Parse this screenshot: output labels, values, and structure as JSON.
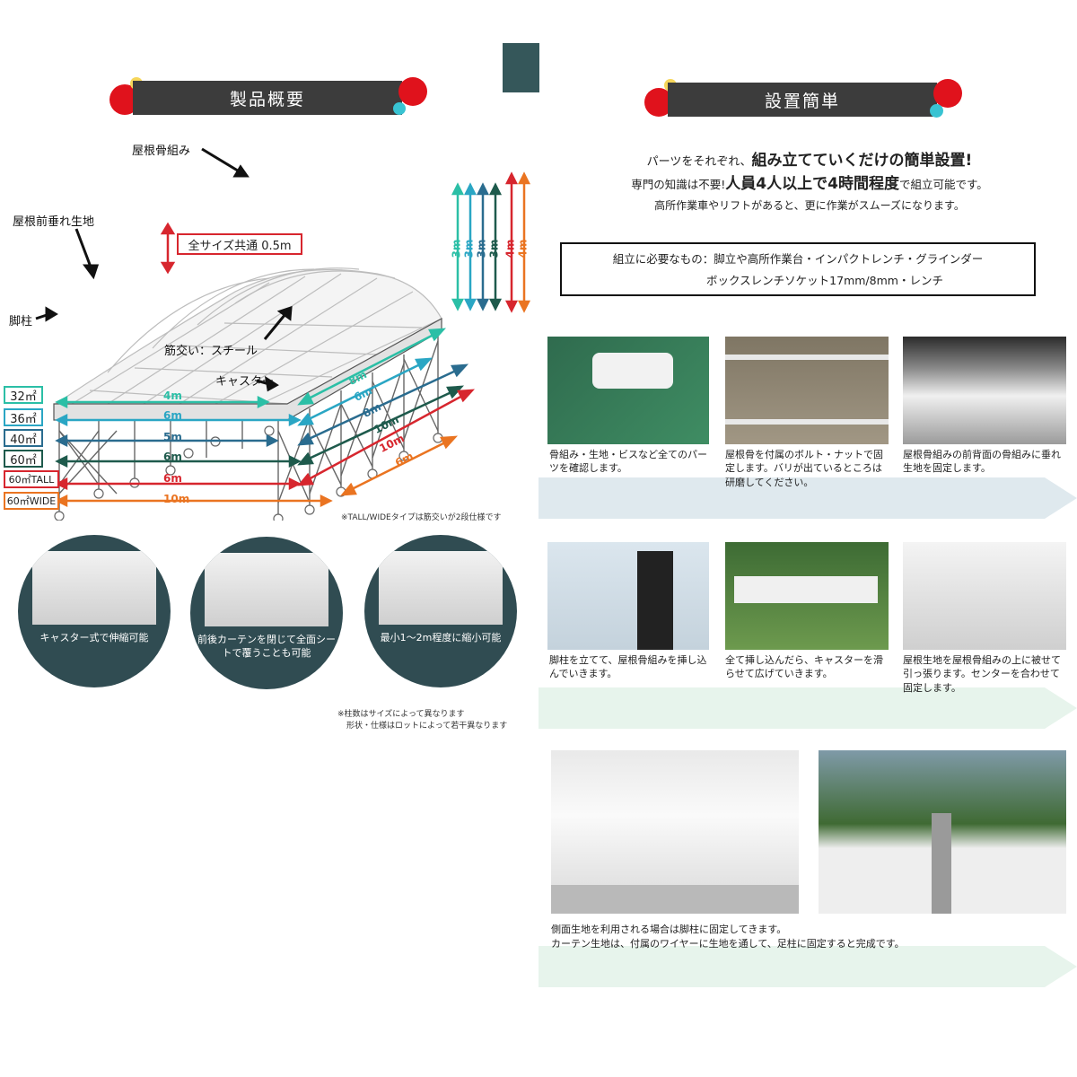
{
  "left": {
    "banner_title": "製品概要",
    "labels": {
      "roof_frame": "屋根骨組み",
      "roof_front_fabric": "屋根前垂れ生地",
      "common_size": "全サイズ共通 0.5m",
      "legs": "脚柱",
      "brace": "筋交い：スチール",
      "caster": "キャスター"
    },
    "heights": [
      "3m",
      "3m",
      "3m",
      "3m",
      "4m",
      "4m"
    ],
    "sizes": [
      {
        "label": "32㎡",
        "width": "4m",
        "depth": "8m",
        "color": "#2bbfa6"
      },
      {
        "label": "36㎡",
        "width": "6m",
        "depth": "6m",
        "color": "#2aa6c4"
      },
      {
        "label": "40㎡",
        "width": "5m",
        "depth": "8m",
        "color": "#2a6c8f"
      },
      {
        "label": "60㎡",
        "width": "6m",
        "depth": "10m",
        "color": "#1e5a4c"
      },
      {
        "label": "60㎡TALL",
        "width": "6m",
        "depth": "10m",
        "color": "#d7262e"
      },
      {
        "label": "60㎡WIDE",
        "width": "10m",
        "depth": "6m",
        "color": "#ea7421"
      }
    ],
    "tall_wide_note": "※TALL/WIDEタイプは筋交いが2段仕様です",
    "features": [
      "キャスター式で伸縮可能",
      "前後カーテンを閉じて全面シートで覆うことも可能",
      "最小1～2m程度に縮小可能"
    ],
    "notes": [
      "※柱数はサイズによって異なります",
      "形状・仕様はロットによって若干異なります"
    ]
  },
  "right": {
    "banner_title": "設置簡単",
    "intro": {
      "line1a": "パーツをそれぞれ、",
      "line1b": "組み立てていくだけの簡単設置!",
      "line2a": "専門の知識は不要!",
      "line2b": "人員4人以上で4時間程度",
      "line2c": "で組立可能です。",
      "line3": "高所作業車やリフトがあると、更に作業がスムーズになります。"
    },
    "tools": {
      "line1": "組立に必要なもの：脚立や高所作業台・インパクトレンチ・グラインダー",
      "line2": "ボックスレンチソケット17mm/8mm・レンチ"
    },
    "steps": [
      "骨組み・生地・ビスなど全てのパーツを確認します。",
      "屋根骨を付属のボルト・ナットで固定します。バリが出ているところは研磨してください。",
      "屋根骨組みの前背面の骨組みに垂れ生地を固定します。",
      "脚柱を立てて、屋根骨組みを挿し込んでいきます。",
      "全て挿し込んだら、キャスターを滑らせて広げていきます。",
      "屋根生地を屋根骨組みの上に被せて引っ張ります。センターを合わせて固定します。"
    ],
    "final": {
      "line1": "側面生地を利用される場合は脚柱に固定してきます。",
      "line2": "カーテン生地は、付属のワイヤーに生地を通して、足柱に固定すると完成です。"
    }
  },
  "colors": {
    "banner": "#3c3c3c",
    "accent_red": "#e0121c",
    "accent_yellow": "#f6d65a",
    "accent_cyan": "#38c3d2",
    "teal_dark": "#35575a",
    "band_blue": "#dfe9ee",
    "band_green": "#e7f4ec"
  }
}
